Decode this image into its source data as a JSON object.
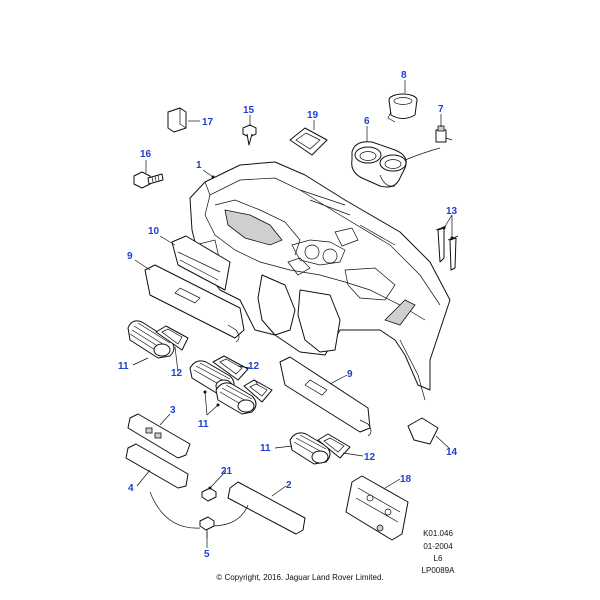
{
  "callouts": [
    {
      "id": "1",
      "label": "1"
    },
    {
      "id": "2",
      "label": "2"
    },
    {
      "id": "3",
      "label": "3"
    },
    {
      "id": "4",
      "label": "4"
    },
    {
      "id": "5",
      "label": "5"
    },
    {
      "id": "6",
      "label": "6"
    },
    {
      "id": "7",
      "label": "7"
    },
    {
      "id": "8",
      "label": "8"
    },
    {
      "id": "9a",
      "label": "9"
    },
    {
      "id": "9b",
      "label": "9"
    },
    {
      "id": "10",
      "label": "10"
    },
    {
      "id": "11a",
      "label": "11"
    },
    {
      "id": "11b",
      "label": "11"
    },
    {
      "id": "11c",
      "label": "11"
    },
    {
      "id": "12a",
      "label": "12"
    },
    {
      "id": "12b",
      "label": "12"
    },
    {
      "id": "12c",
      "label": "12"
    },
    {
      "id": "13",
      "label": "13"
    },
    {
      "id": "14",
      "label": "14"
    },
    {
      "id": "15",
      "label": "15"
    },
    {
      "id": "16",
      "label": "16"
    },
    {
      "id": "17",
      "label": "17"
    },
    {
      "id": "18",
      "label": "18"
    },
    {
      "id": "19",
      "label": "19"
    },
    {
      "id": "21",
      "label": "21"
    }
  ],
  "reference": {
    "code": "K01.046",
    "date": "01-2004",
    "level": "L6",
    "drawing": "LP0089A"
  },
  "copyright": "© Copyright, 2016. Jaguar Land Rover Limited.",
  "colors": {
    "callout": "#1d3fd6",
    "line": "#111111",
    "background": "#ffffff"
  }
}
